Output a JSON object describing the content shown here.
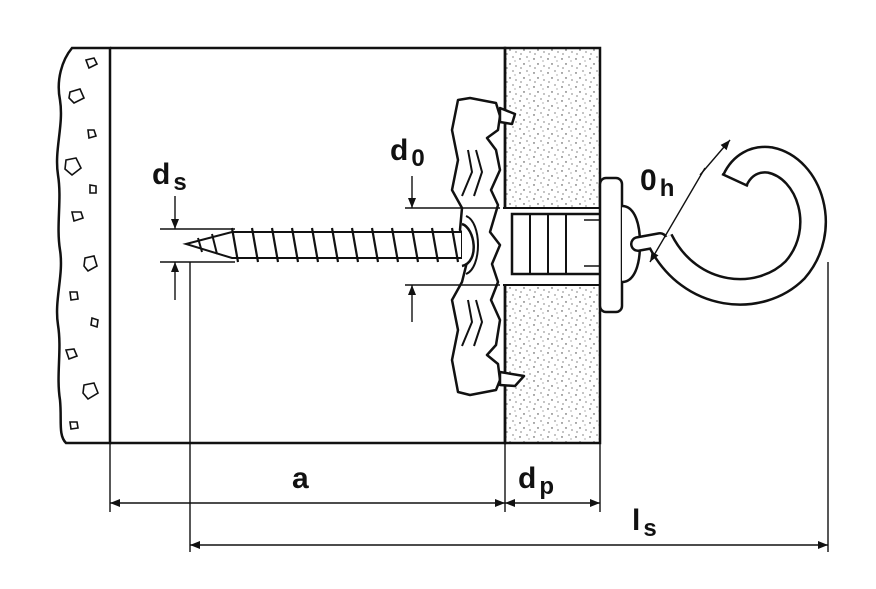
{
  "labels": {
    "ds_main": "d",
    "ds_sub": "s",
    "d0_main": "d",
    "d0_sub": "0",
    "oh_main": "0",
    "oh_sub": "h",
    "a": "a",
    "dp_main": "d",
    "dp_sub": "p",
    "ls_main": "l",
    "ls_sub": "s"
  }
}
